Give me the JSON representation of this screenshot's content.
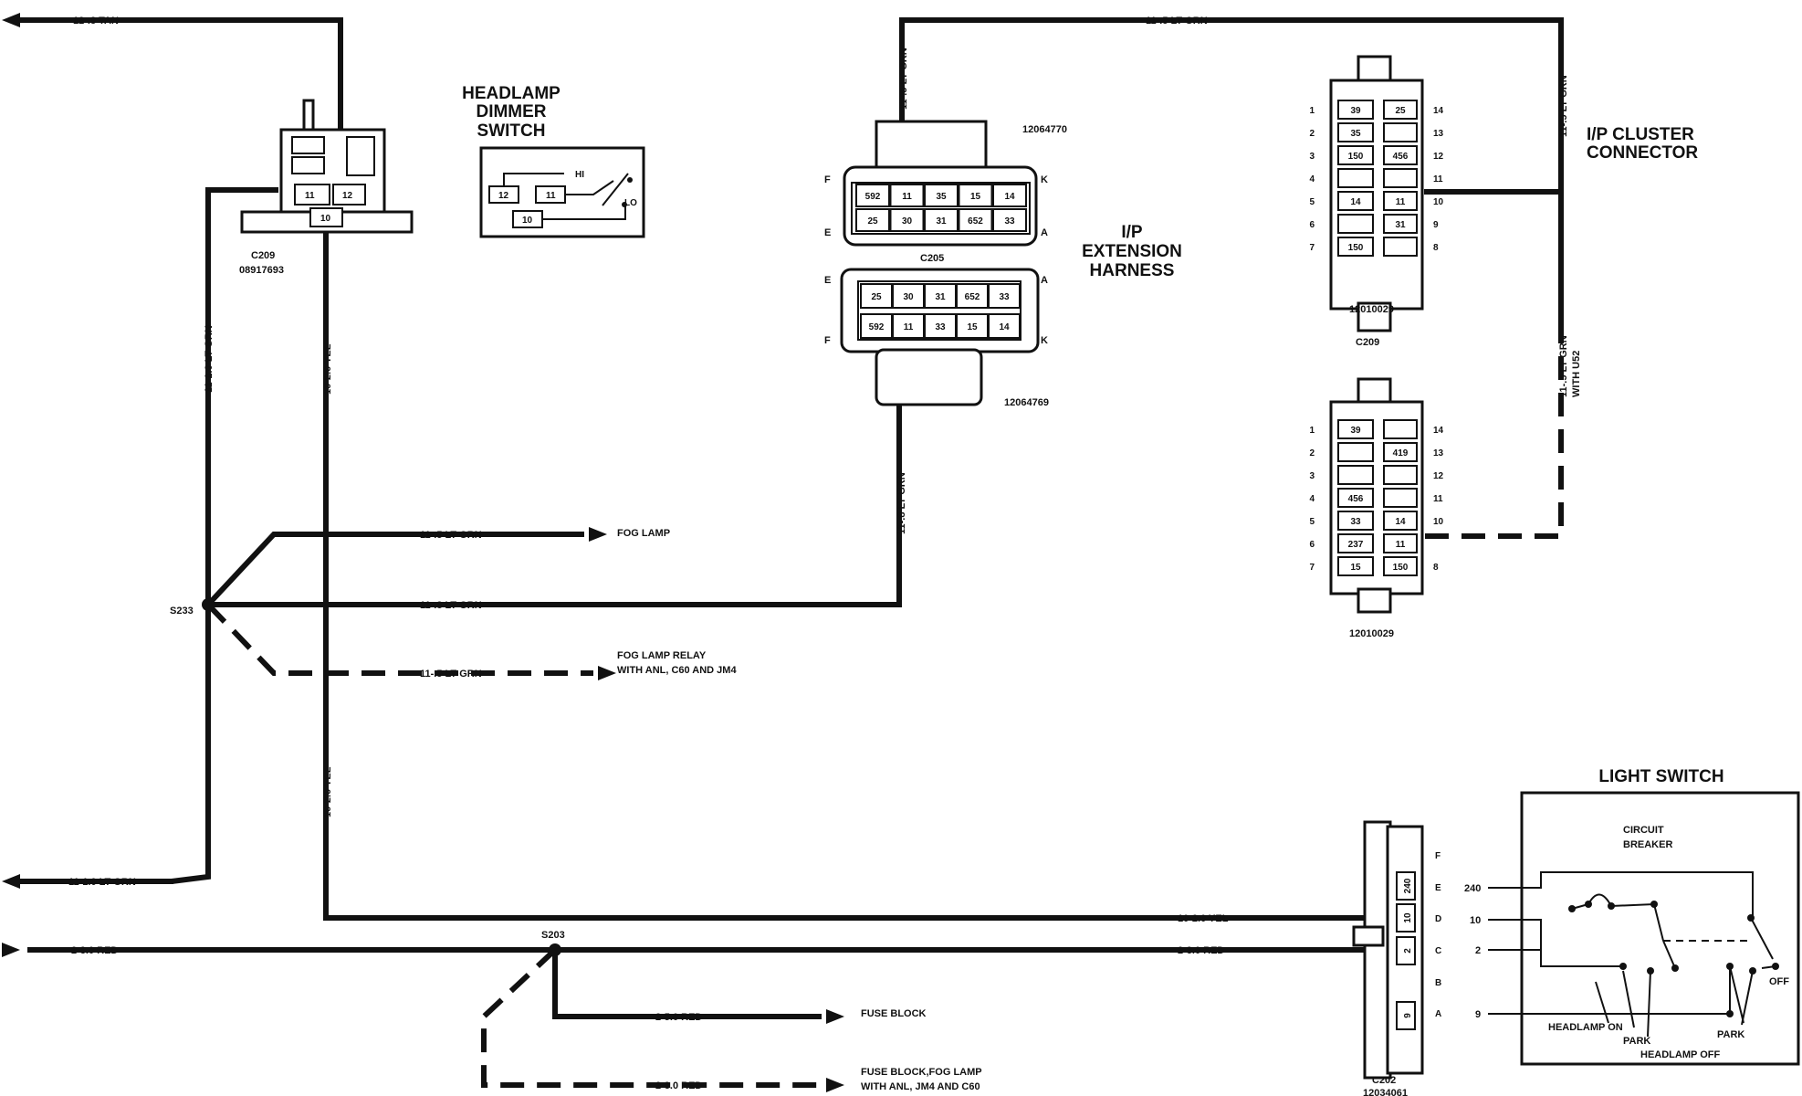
{
  "titles": {
    "headlamp_dimmer_line1": "HEADLAMP",
    "headlamp_dimmer_line2": "DIMMER",
    "headlamp_dimmer_line3": "SWITCH",
    "ip_ext_line1": "I/P",
    "ip_ext_line2": "EXTENSION",
    "ip_ext_line3": "HARNESS",
    "ip_cluster_line1": "I/P CLUSTER",
    "ip_cluster_line2": "CONNECTOR",
    "light_switch": "LIGHT SWITCH"
  },
  "wires": {
    "tan_top": "12-.8 TAN",
    "lt_grn_top": "11-.5 LT GRN",
    "lt_grn_vert_c205": "11-.5 LT GRN",
    "lt_grn_right_vert": "11-.5 LT GRN",
    "lt_grn_u52_line1": "11-.5 LT GRN",
    "lt_grn_u52_line2": "WITH U52",
    "lt_grn_left_vert": "11-1.0 LT GRN",
    "yel_vert_upper": "10-2.0 YEL",
    "yel_vert_lower": "10-2.0 YEL",
    "lt_grn_c205_lower": "11-.8 LT GRN",
    "fog_lamp_wire": "11-.5 LT GRN",
    "s233_main_wire": "11-.8 LT GRN",
    "fog_relay_wire": "11-.5 LT GRN",
    "left_exit": "11-1.0 LT GRN",
    "yel_horiz": "10-2.0 YEL",
    "red_left": "2-3.0 RED",
    "red_right": "2-3.0 RED",
    "red_fuse_block": "2-5.0 RED",
    "red_fuse_fog": "2-3.0 RED"
  },
  "destinations": {
    "fog_lamp": "FOG LAMP",
    "fog_lamp_relay_line1": "FOG LAMP RELAY",
    "fog_lamp_relay_line2": "WITH ANL, C60 AND JM4",
    "fuse_block": "FUSE BLOCK",
    "fuse_block_fog_line1": "FUSE BLOCK,FOG LAMP",
    "fuse_block_fog_line2": "WITH ANL, JM4 AND C60"
  },
  "splices": {
    "s233": "S233",
    "s203": "S203"
  },
  "connectors": {
    "c209_dimmer_label": "C209",
    "c209_dimmer_part": "08917693",
    "c209_dimmer_pins": [
      "11",
      "12",
      "10"
    ],
    "dimmer_switch_pins": [
      "12",
      "11",
      "10"
    ],
    "dimmer_hi": "HI",
    "dimmer_lo": "LO",
    "c205_label": "C205",
    "c205_part_top": "12064770",
    "c205_part_bottom": "12064769",
    "c205_top_row1": [
      "592",
      "11",
      "35",
      "15",
      "14"
    ],
    "c205_top_row2": [
      "25",
      "30",
      "31",
      "652",
      "33"
    ],
    "c205_bot_row1": [
      "25",
      "30",
      "31",
      "652",
      "33"
    ],
    "c205_bot_row2": [
      "592",
      "11",
      "33",
      "15",
      "14"
    ],
    "c205_letters": {
      "F": "F",
      "K": "K",
      "E": "E",
      "A": "A"
    },
    "c209_cluster_label": "C209",
    "cluster_part_top": "12010029",
    "cluster_part_bottom": "12010029",
    "cluster_top_left": [
      "39",
      "35",
      "150",
      "",
      "14",
      "",
      "150"
    ],
    "cluster_top_right": [
      "25",
      "",
      "456",
      "",
      "11",
      "31",
      ""
    ],
    "cluster_bot_left": [
      "39",
      "",
      "",
      "456",
      "33",
      "237",
      "15"
    ],
    "cluster_bot_right": [
      "",
      "419",
      "",
      "",
      "14",
      "11",
      "150"
    ],
    "cluster_pin_left": [
      "1",
      "2",
      "3",
      "4",
      "5",
      "6",
      "7"
    ],
    "cluster_pin_right_top": [
      "14",
      "13",
      "12",
      "11",
      "10",
      "9",
      "8"
    ],
    "cluster_pin_right_bot": [
      "14",
      "13",
      "12",
      "11",
      "10",
      "",
      "8"
    ],
    "c202_label": "C202",
    "c202_part": "12034061",
    "c202_cells": [
      "240",
      "10",
      "2",
      "9"
    ],
    "c202_letters": [
      "F",
      "E",
      "D",
      "C",
      "B",
      "A"
    ]
  },
  "light_switch": {
    "circuit_breaker_line1": "CIRCUIT",
    "circuit_breaker_line2": "BREAKER",
    "pin_240": "240",
    "pin_10": "10",
    "pin_2": "2",
    "pin_9": "9",
    "headlamp_on": "HEADLAMP ON",
    "park_left": "PARK",
    "headlamp_off": "HEADLAMP OFF",
    "park_right": "PARK",
    "off": "OFF"
  }
}
